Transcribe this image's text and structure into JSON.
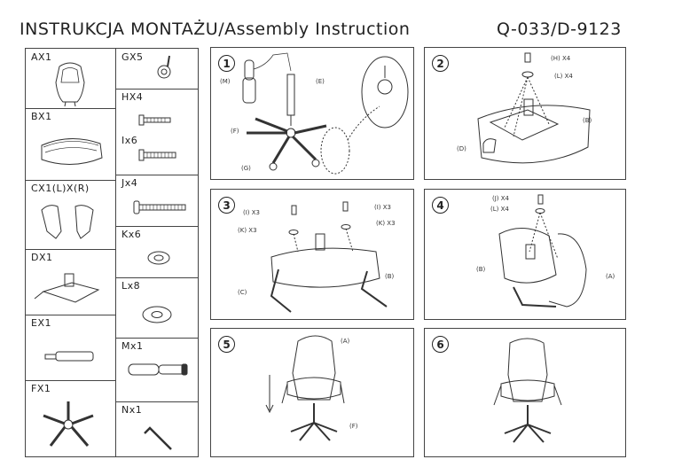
{
  "header": {
    "title_left": "INSTRUKCJA  MONTAŻU/Assembly  Instruction",
    "title_right": "Q-033/D-9123"
  },
  "parts": {
    "A": "AX1",
    "B": "BX1",
    "C": "CX1(L)X(R)",
    "D": "DX1",
    "E": "EX1",
    "F": "FX1",
    "G": "GX5",
    "H": "HX4",
    "I": "Ix6",
    "J": "Jx4",
    "K": "Kx6",
    "L": "Lx8",
    "M": "Mx1",
    "N": "Nx1"
  },
  "steps": [
    {
      "number": "1",
      "callouts": {
        "m": "(M)",
        "e": "(E)",
        "f": "(F)",
        "g": "(G)"
      }
    },
    {
      "number": "2",
      "callouts": {
        "h": "(H) X4",
        "l": "(L) X4",
        "b": "(B)",
        "d": "(D)"
      }
    },
    {
      "number": "3",
      "callouts": {
        "i_left": "(I) X3",
        "i_right": "(I) X3",
        "k_left": "(K) X3",
        "k_right": "(K) X3",
        "c": "(C)",
        "b": "(B)"
      }
    },
    {
      "number": "4",
      "callouts": {
        "j": "(J) X4",
        "l": "(L) X4",
        "b": "(B)",
        "a": "(A)"
      }
    },
    {
      "number": "5",
      "callouts": {
        "a": "(A)",
        "f": "(F)"
      }
    },
    {
      "number": "6",
      "callouts": {}
    }
  ]
}
